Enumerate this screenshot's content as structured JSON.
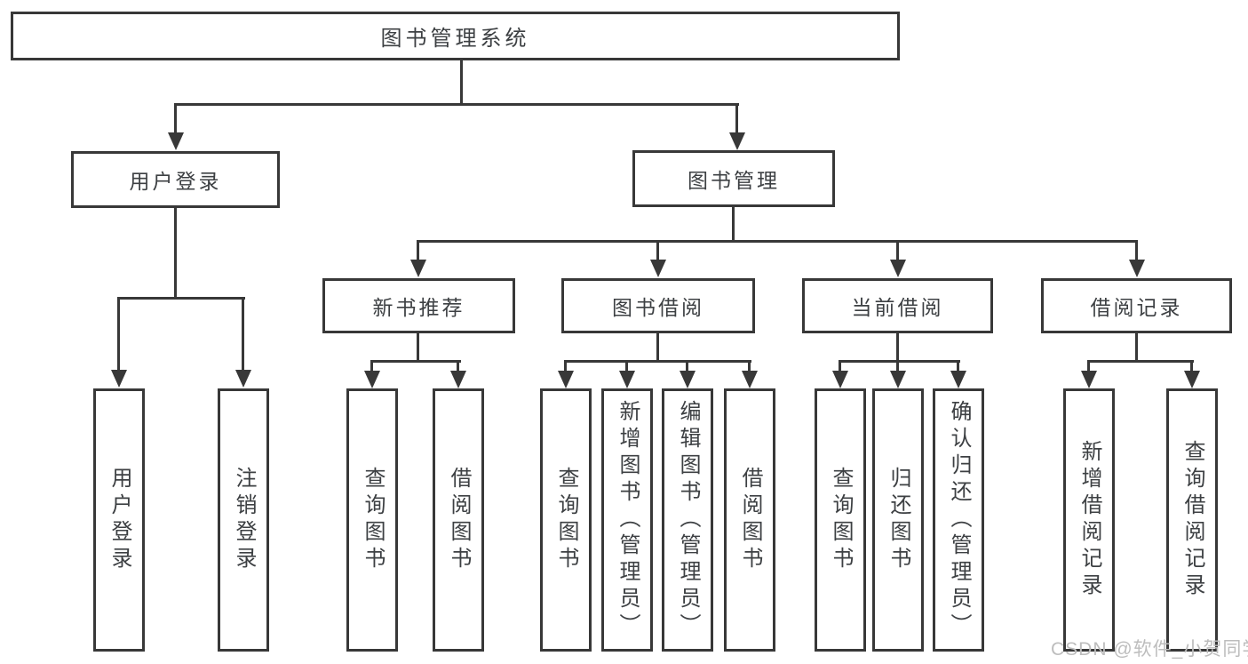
{
  "diagram": {
    "root": {
      "label": "图书管理系统"
    },
    "level2": [
      {
        "label": "用户登录"
      },
      {
        "label": "图书管理"
      }
    ],
    "level3": [
      {
        "label": "新书推荐"
      },
      {
        "label": "图书借阅"
      },
      {
        "label": "当前借阅"
      },
      {
        "label": "借阅记录"
      }
    ],
    "leaves": [
      {
        "label": "用户登录"
      },
      {
        "label": "注销登录"
      },
      {
        "label": "查询图书"
      },
      {
        "label": "借阅图书"
      },
      {
        "label": "查询图书"
      },
      {
        "label": "新增图书（管理员）"
      },
      {
        "label": "编辑图书（管理员）"
      },
      {
        "label": "借阅图书"
      },
      {
        "label": "查询图书"
      },
      {
        "label": "归还图书"
      },
      {
        "label": "确认归还（管理员）"
      },
      {
        "label": "新增借阅记录"
      },
      {
        "label": "查询借阅记录"
      }
    ]
  },
  "watermark": {
    "text": "CSDN @软件_小贺同学"
  },
  "colors": {
    "line": "#383838",
    "text": "#3d4043",
    "watermark": "#bdbdbd",
    "background": "#ffffff"
  }
}
